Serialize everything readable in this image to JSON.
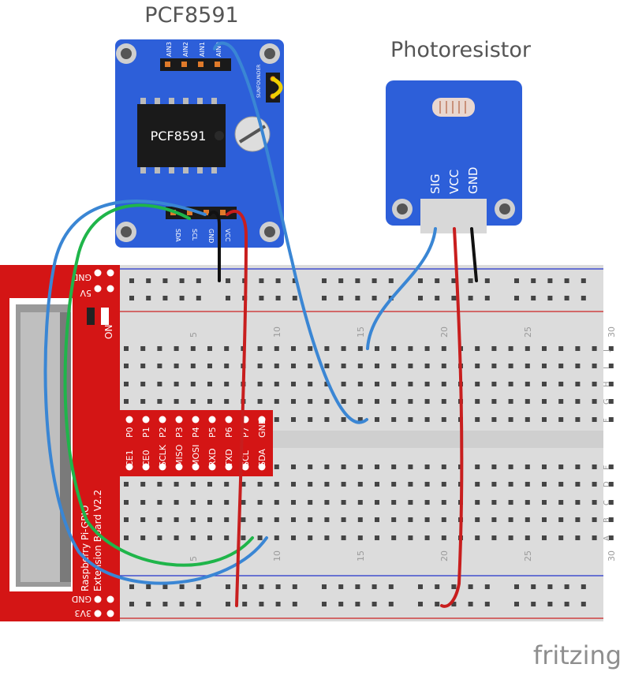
{
  "title_pcf": "PCF8591",
  "title_photo": "Photoresistor",
  "brand": "fritzing",
  "pcf_chip_label": "PCF8591",
  "pcf_pins_top": [
    "AIN3",
    "AIN2",
    "AIN1",
    "AIN0"
  ],
  "pcf_pins_bottom": [
    "SDA",
    "SCL",
    "GND",
    "VCC"
  ],
  "pcf_brand": "SUNFOUNDER",
  "photo_pins": [
    "SIG",
    "VCC",
    "GND"
  ],
  "ext_board": {
    "name_line1": "Raspberry Pi-GPIO",
    "name_line2": "Extension Board V2.2",
    "power_top_labels": [
      "GND",
      "5V"
    ],
    "power_bottom_labels": [
      "GND",
      "3V3"
    ],
    "led_label": "ON",
    "header_top": [
      "P0",
      "P1",
      "P2",
      "P3",
      "P4",
      "P5",
      "P6",
      "P7",
      "GND"
    ],
    "header_bottom": [
      "CE1",
      "CE0",
      "SCLK",
      "MISO",
      "MOSI",
      "RXD",
      "TXD",
      "SCL",
      "SDA"
    ]
  },
  "breadboard": {
    "column_numbers": [
      "5",
      "10",
      "15",
      "20",
      "25",
      "30"
    ],
    "row_letters_top": [
      "J",
      "I",
      "H",
      "G",
      "F"
    ],
    "row_letters_bottom": [
      "E",
      "D",
      "C",
      "B",
      "A"
    ]
  },
  "colors": {
    "pcf_board": "#2d5fd9",
    "photo_board": "#2d5fd9",
    "ext_board": "#d41515",
    "breadboard": "#dcdcdc",
    "wire_blue": "#3a86d4",
    "wire_green": "#1fb54a",
    "wire_red": "#c81e1e",
    "wire_black": "#111111",
    "wire_yellow": "#f0d000"
  }
}
